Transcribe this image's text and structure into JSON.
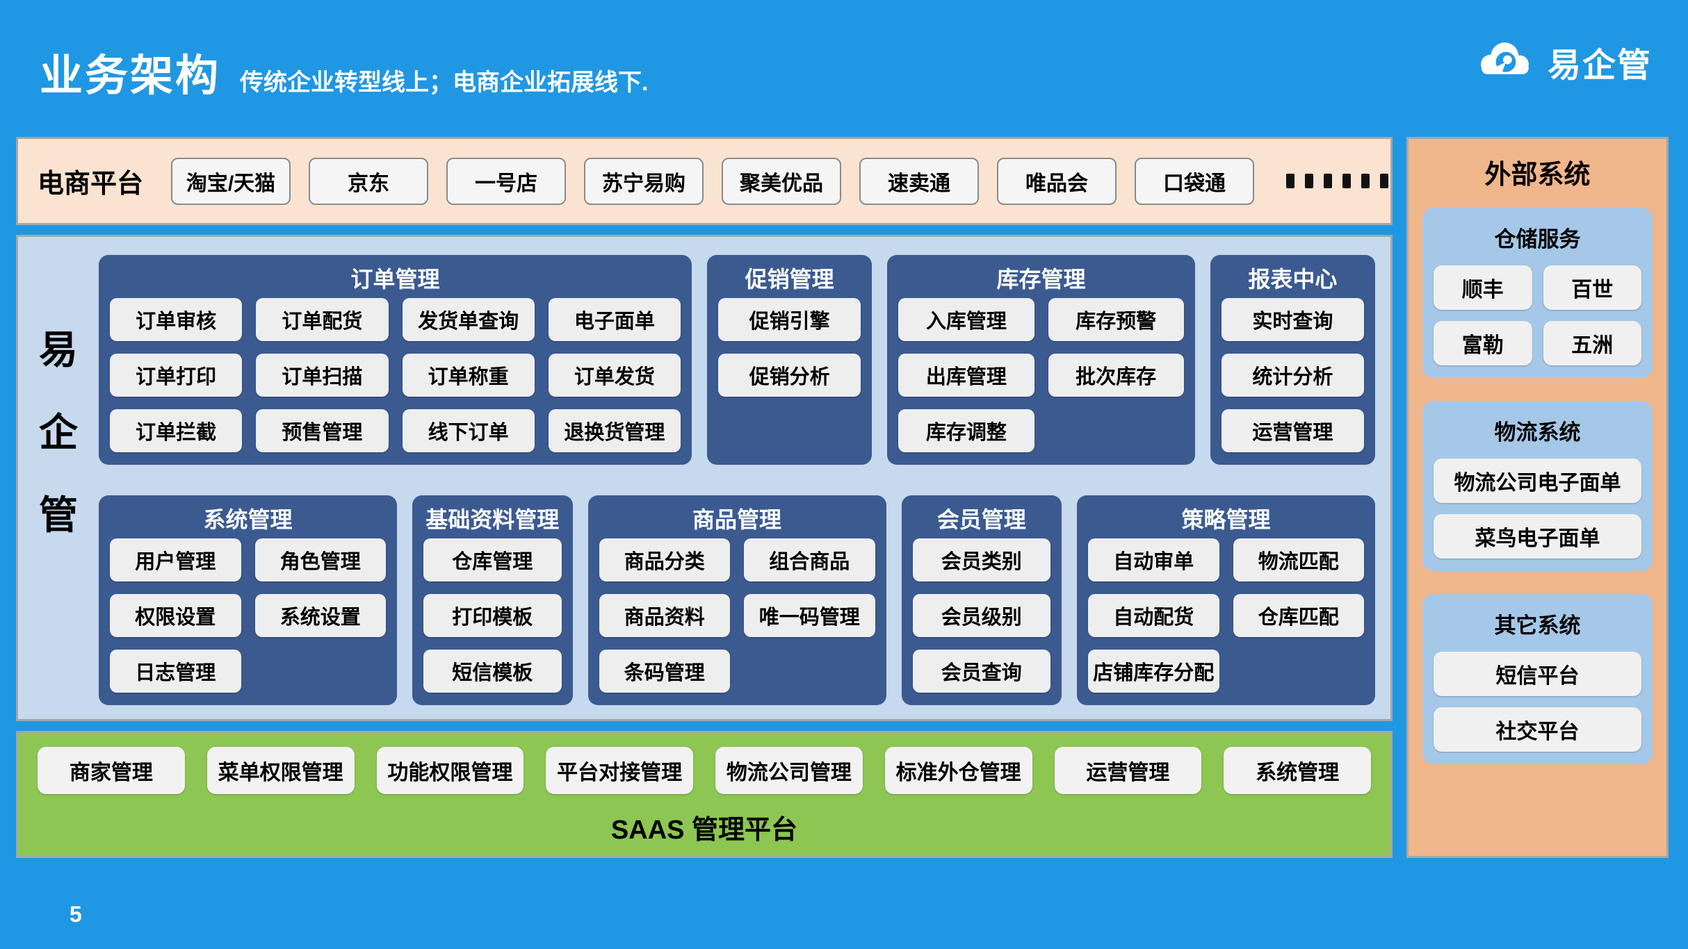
{
  "page": {
    "title": "业务架构",
    "subtitle": "传统企业转型线上；电商企业拓展线下.",
    "page_number": "5"
  },
  "logo": {
    "icon": "cloud-icon",
    "text": "易企管"
  },
  "ecommerce_bar": {
    "label": "电商平台",
    "platforms": [
      "淘宝/天猫",
      "京东",
      "一号店",
      "苏宁易购",
      "聚美优品",
      "速卖通",
      "唯品会",
      "口袋通"
    ],
    "ellipsis_dots": 6
  },
  "main": {
    "vertical_label": "易企管",
    "rows": [
      [
        {
          "title": "订单管理",
          "columns": 4,
          "items": [
            "订单审核",
            "订单配货",
            "发货单查询",
            "电子面单",
            "订单打印",
            "订单扫描",
            "订单称重",
            "订单发货",
            "订单拦截",
            "预售管理",
            "线下订单",
            "退换货管理"
          ]
        },
        {
          "title": "促销管理",
          "columns": 1,
          "items": [
            "促销引擎",
            "促销分析"
          ]
        },
        {
          "title": "库存管理",
          "columns": 2,
          "items": [
            "入库管理",
            "库存预警",
            "出库管理",
            "批次库存",
            "库存调整"
          ]
        },
        {
          "title": "报表中心",
          "columns": 1,
          "items": [
            "实时查询",
            "统计分析",
            "运营管理"
          ]
        }
      ],
      [
        {
          "title": "系统管理",
          "columns": 2,
          "items": [
            "用户管理",
            "角色管理",
            "权限设置",
            "系统设置",
            "日志管理"
          ]
        },
        {
          "title": "基础资料管理",
          "columns": 1,
          "items": [
            "仓库管理",
            "打印模板",
            "短信模板"
          ]
        },
        {
          "title": "商品管理",
          "columns": 2,
          "items": [
            "商品分类",
            "组合商品",
            "商品资料",
            "唯一码管理",
            "条码管理"
          ]
        },
        {
          "title": "会员管理",
          "columns": 1,
          "items": [
            "会员类别",
            "会员级别",
            "会员查询"
          ]
        },
        {
          "title": "策略管理",
          "columns": 2,
          "items": [
            "自动审单",
            "物流匹配",
            "自动配货",
            "仓库匹配",
            "店铺库存分配"
          ]
        }
      ]
    ]
  },
  "saas_bar": {
    "items": [
      "商家管理",
      "菜单权限管理",
      "功能权限管理",
      "平台对接管理",
      "物流公司管理",
      "标准外仓管理",
      "运营管理",
      "系统管理"
    ],
    "label": "SAAS 管理平台"
  },
  "external": {
    "title": "外部系统",
    "sections": [
      {
        "title": "仓储服务",
        "columns": 2,
        "items": [
          "顺丰",
          "百世",
          "富勒",
          "五洲"
        ]
      },
      {
        "title": "物流系统",
        "columns": 1,
        "items": [
          "物流公司电子面单",
          "菜鸟电子面单"
        ]
      },
      {
        "title": "其它系统",
        "columns": 1,
        "items": [
          "短信平台",
          "社交平台"
        ]
      }
    ]
  },
  "colors": {
    "bg": "#2097e3",
    "peach-light": "#fbe3d1",
    "peach-dark": "#f0b68c",
    "panel-blue": "#c6d9ed",
    "group-blue": "#3b5a90",
    "section-blue": "#a6c8e8",
    "green": "#8dc653",
    "chip": "#eeeeee",
    "border": "#a6a6a6"
  }
}
